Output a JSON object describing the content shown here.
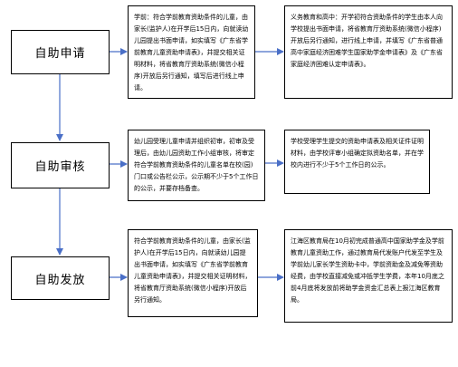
{
  "stages": [
    {
      "label": "自助申请"
    },
    {
      "label": "自助审核"
    },
    {
      "label": "自助发放"
    }
  ],
  "notes": {
    "preschool_apply": "学前：符合学前教育资助条件的儿童，由家长(监护人)在开学后15日内，向就读幼儿园提出书面申请，如实填写《广东省学前教育儿童资助申请表》，并提交相关证明材料，将省教育厅资助系统(微信小程序)开放后另行通知，填写后进行线上申请。",
    "compulsory_apply": "义务教育和高中：开学初符合资助条件的学生由本人向学校提出书面申请，将省教育厅资助系统(微信小程序)开放后另行通知，进行线上申请，并填写《广东省普通高中家庭经济困难学生国家助学金申请表》及《广东省家庭经济困难认定申请表》。",
    "preschool_review": "幼儿园受理儿童申请并组织初审，初审及受理后，由幼儿园资助工作小组审核，将审定符合学前教育资助条件的儿童名单在校(园)门口或公告栏公示，公示期不少于5个工作日的公示，并要存档备查。",
    "school_review": "学校受理学生提交的资助申请表及相关证件证明材料，由学校评审小组确定拟资助名单，并在学校内进行不少于5个工作日的公示。",
    "preschool_pay": "符合学前教育资助条件的儿童，由家长(监护人)在开学后15日内，向就读幼儿园提出书面申请，如实填写《广东省学前教育儿童资助申请表》，并提交相关证明材料，将省教育厅资助系统(微信小程序)开放后另行通知。",
    "school_pay": "江海区教育局在10月初完成普通高中国家助学金及学前教育儿童资助工作，通过教育局代发账户代发至学生及学前幼儿家长学生资助卡中，学前资助金及减免等资助经费，由学校直接减免或冲抵学生学费，本年10月底之前4月底将发放前将助学金资金汇总表上报江海区教育局。"
  }
}
